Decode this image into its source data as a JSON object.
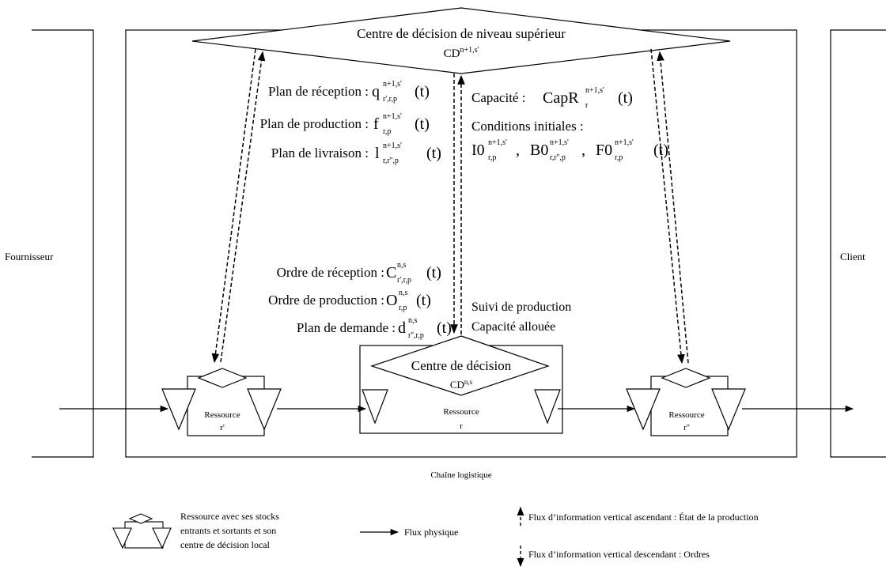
{
  "diagram": {
    "supplier_label": "Fournisseur",
    "client_label": "Client",
    "chain_label": "Chaîne logistique",
    "top_center": {
      "title": "Centre de décision de niveau supérieur",
      "cd_base": "CD",
      "cd_sup": "n+1,s'"
    },
    "local_center": {
      "title": "Centre de décision",
      "cd_base": "CD",
      "cd_sup": "n,s"
    },
    "resources": [
      {
        "label": "Ressource",
        "sub": "r'"
      },
      {
        "label": "Ressource",
        "sub": "r"
      },
      {
        "label": "Ressource",
        "sub": "r''"
      }
    ],
    "plans": [
      {
        "label": "Plan de réception :",
        "sym": "q",
        "sup": "n+1,s'",
        "sub": "r',r,p",
        "arg": "(t)"
      },
      {
        "label": "Plan de production :",
        "sym": "f",
        "sup": "n+1,s'",
        "sub": "r,p",
        "arg": "(t)"
      },
      {
        "label": "Plan de livraison :",
        "sym": "l",
        "sup": "n+1,s'",
        "sub": "r,r'',p",
        "arg": "(t)"
      }
    ],
    "capacity": {
      "label": "Capacité :",
      "sym": "CapR",
      "sup": "n+1,s'",
      "sub": "r",
      "arg": "(t)"
    },
    "initial_conditions": {
      "label": "Conditions initiales :",
      "terms": [
        {
          "sym": "I0",
          "sup": "n+1,s'",
          "sub": "r,p",
          "sep": ","
        },
        {
          "sym": "B0",
          "sup": "n+1,s'",
          "sub": "r,r'',p",
          "sep": ","
        },
        {
          "sym": "F0",
          "sup": "n+1,s'",
          "sub": "r,p",
          "sep": "(t)"
        }
      ]
    },
    "orders": [
      {
        "label": "Ordre de réception :",
        "sym": "C",
        "sup": "n,s",
        "sub": "r',r,p",
        "arg": "(t)"
      },
      {
        "label": "Ordre de production :",
        "sym": "O",
        "sup": "n,s",
        "sub": "r,p",
        "arg": "(t)"
      },
      {
        "label": "Plan de demande :",
        "sym": "d",
        "sup": "n,s",
        "sub": "r'',r,p",
        "arg": "(t)"
      }
    ],
    "follow_up": [
      "Suivi de production",
      "Capacité allouée"
    ]
  },
  "legend": {
    "resource_lines": [
      "Ressource avec ses stocks",
      "entrants et sortants et son",
      "centre de décision local"
    ],
    "physical_flow": "Flux physique",
    "ascending": "Flux d’information vertical ascendant : État de la production",
    "descending": "Flux d’information vertical descendant : Ordres"
  }
}
